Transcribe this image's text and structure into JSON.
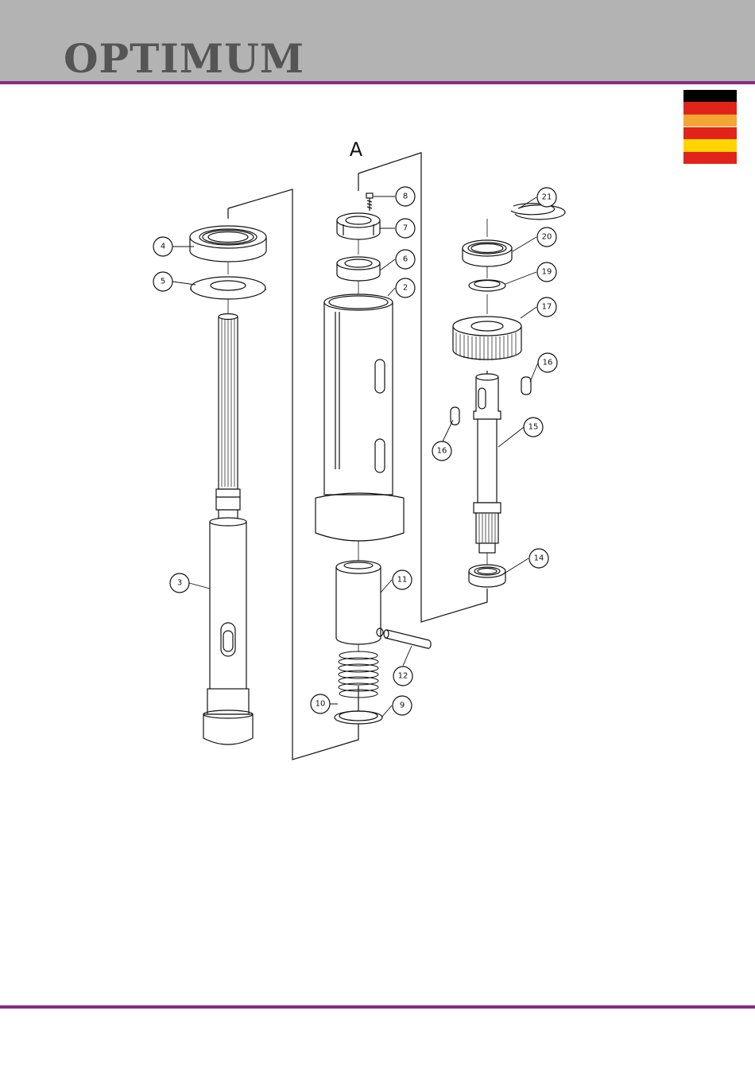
{
  "header": {
    "brand": "OPTIMUM"
  },
  "flags": {
    "german": {
      "colors": [
        "#000000",
        "#e2231a",
        "#f4a634"
      ]
    },
    "spanish": {
      "colors": [
        "#e2231a",
        "#ffd400",
        "#e2231a"
      ]
    }
  },
  "colors": {
    "header_bg": "#b3b3b3",
    "accent": "#8b2a7e"
  },
  "drawing": {
    "section_label": "A",
    "callouts": {
      "p2": "2",
      "p3": "3",
      "p4": "4",
      "p5": "5",
      "p6": "6",
      "p7": "7",
      "p8": "8",
      "p9": "9",
      "p10": "10",
      "p11": "11",
      "p12": "12",
      "p14": "14",
      "p15": "15",
      "p16a": "16",
      "p16b": "16",
      "p17": "17",
      "p19": "19",
      "p20": "20",
      "p21": "21"
    }
  }
}
